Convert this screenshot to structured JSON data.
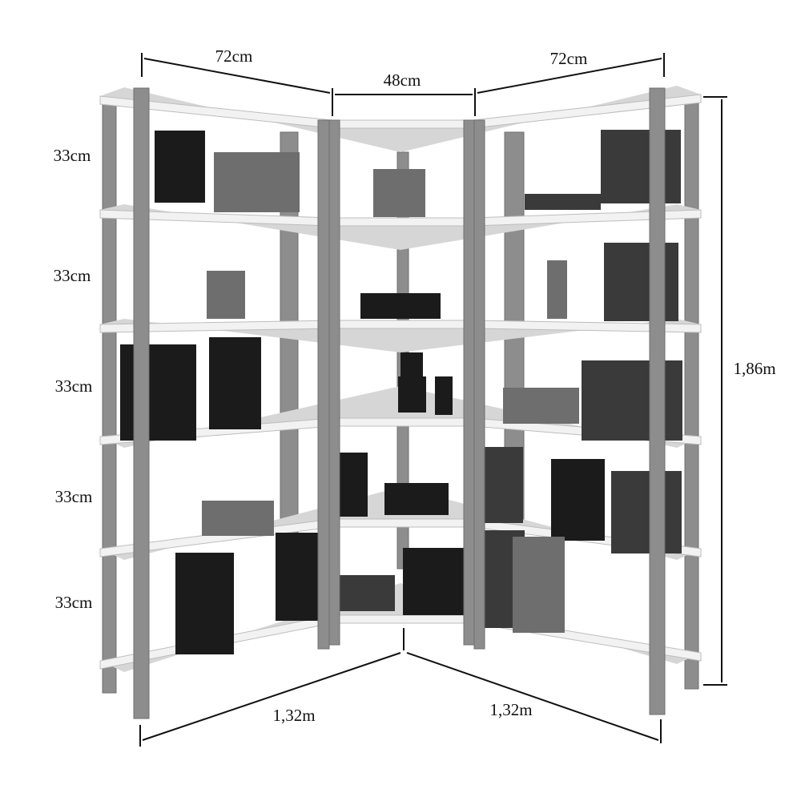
{
  "dimensions": {
    "top_left_width": "72cm",
    "top_center_width": "48cm",
    "top_right_width": "72cm",
    "shelf_heights": [
      "33cm",
      "33cm",
      "33cm",
      "33cm",
      "33cm"
    ],
    "total_height": "1,86m",
    "bottom_left_length": "1,32m",
    "bottom_right_length": "1,32m"
  },
  "colors": {
    "post": "#8d8d8d",
    "board": "#f2f2f2",
    "line": "#111111"
  }
}
